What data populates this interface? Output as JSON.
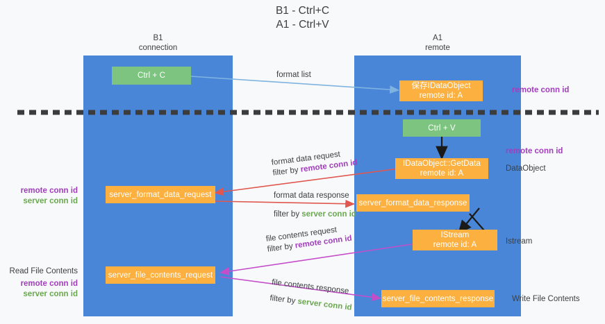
{
  "title": {
    "line1": "B1 - Ctrl+C",
    "line2": "A1 - Ctrl+V"
  },
  "columns": [
    {
      "name": "B1",
      "role": "connection"
    },
    {
      "name": "A1",
      "role": "remote"
    }
  ],
  "nodes": {
    "ctrl_c": {
      "label": "Ctrl + C",
      "color": "#7cc47f"
    },
    "ctrl_v": {
      "label": "Ctrl + V",
      "color": "#7cc47f"
    },
    "save_dataobject": {
      "line1": "保存IDataObject",
      "line2": "remote id: A",
      "color": "#fbb040"
    },
    "getdata": {
      "line1": "IDataObject::GetData",
      "line2": "remote id: A",
      "color": "#fbb040"
    },
    "istream": {
      "line1": "IStream",
      "line2": "remote id: A",
      "color": "#fbb040"
    },
    "server_format_data_request": {
      "label": "server_format_data_request",
      "color": "#fbb040"
    },
    "server_format_data_response": {
      "label": "server_format_data_response",
      "color": "#fbb040"
    },
    "server_file_contents_request": {
      "label": "server_file_contents_request",
      "color": "#fbb040"
    },
    "server_file_contents_response": {
      "label": "server_file_contents_response",
      "color": "#fbb040"
    }
  },
  "edge_labels": {
    "format_list": "format list",
    "format_data_request": "format data request",
    "format_data_request_filter_prefix": "filter by ",
    "format_data_request_filter_key": "remote conn id",
    "format_data_response": "format data response",
    "format_data_response_filter_prefix": "filter by ",
    "format_data_response_filter_key": "server conn id",
    "file_contents_request": "file contents request",
    "file_contents_request_filter_prefix": "filter by ",
    "file_contents_request_filter_key": "remote conn id",
    "file_contents_response": "file contents response",
    "file_contents_response_filter_prefix": "filter by ",
    "file_contents_response_filter_key": "server conn id"
  },
  "annotations": {
    "right_remote_conn_id_top": "remote conn id",
    "right_remote_conn_id_mid": "remote conn id",
    "right_dataobject": "DataObject",
    "right_istream": "Istream",
    "right_write_file_contents": "Write File Contents",
    "left_remote_conn_id": "remote conn id",
    "left_server_conn_id": "server conn id",
    "left_read_file_contents": "Read File Contents",
    "left_remote_conn_id_2": "remote conn id",
    "left_server_conn_id_2": "server conn id"
  },
  "colors": {
    "lane": "#4a86d8",
    "green": "#7cc47f",
    "orange": "#fbb040",
    "purple": "#a23dbd",
    "green_text": "#6aa84f",
    "arrow_light_blue": "#7fb3e0",
    "arrow_red": "#e0574f",
    "arrow_magenta": "#c44ec9",
    "arrow_black": "#1a1a1a",
    "background": "#f8f9fa",
    "divider": "#3c3c3c"
  }
}
